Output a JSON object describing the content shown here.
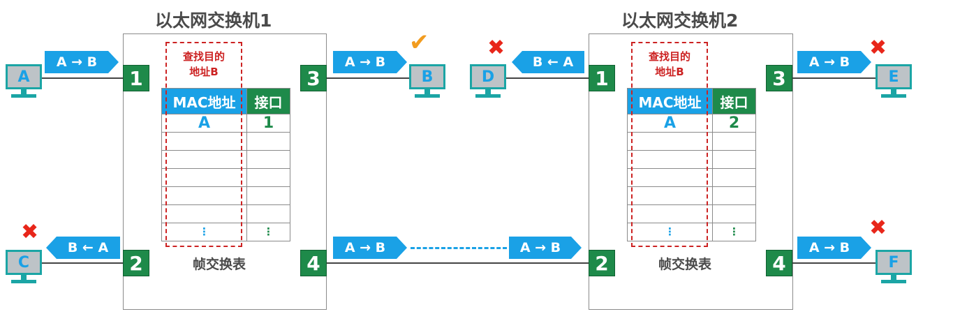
{
  "switch1": {
    "title": "以太网交换机1",
    "ports": {
      "p1": "1",
      "p2": "2",
      "p3": "3",
      "p4": "4"
    },
    "table_headers": {
      "mac": "MAC地址",
      "interface": "接口"
    },
    "entry": {
      "mac": "A",
      "interface": "1"
    },
    "lookup_line1": "查找目的",
    "lookup_line2": "地址B",
    "caption": "帧交换表",
    "vdots": "⋮"
  },
  "switch2": {
    "title": "以太网交换机2",
    "ports": {
      "p1": "1",
      "p2": "2",
      "p3": "3",
      "p4": "4"
    },
    "table_headers": {
      "mac": "MAC地址",
      "interface": "接口"
    },
    "entry": {
      "mac": "A",
      "interface": "2"
    },
    "lookup_line1": "查找目的",
    "lookup_line2": "地址B",
    "caption": "帧交换表",
    "vdots": "⋮"
  },
  "hosts": {
    "a": "A",
    "b": "B",
    "c": "C",
    "d": "D",
    "e": "E",
    "f": "F"
  },
  "frames": {
    "forward": "A → B",
    "reverse": "B ← A"
  },
  "status": {
    "accepted": "✔",
    "discarded": "✖"
  },
  "colors": {
    "frame": "#1aa1e6",
    "port": "#1e8a4a",
    "discard": "#e8261a",
    "accept": "#f29c1f",
    "host": "#1ba5a5",
    "lookup": "#cc2222"
  },
  "icons": {
    "host": "computer-icon",
    "accept": "check-icon",
    "discard": "cross-icon"
  }
}
